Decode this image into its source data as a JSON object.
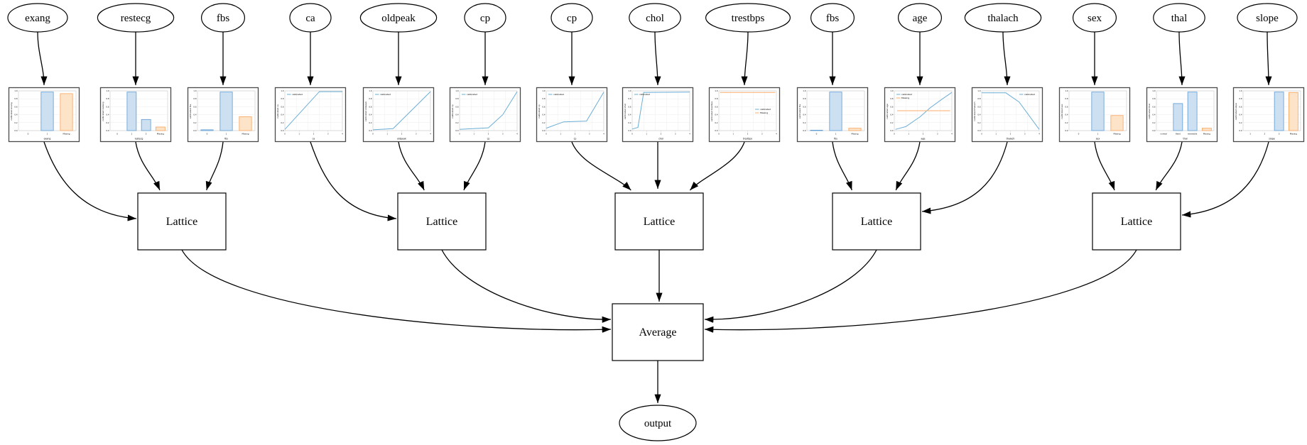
{
  "diagram": {
    "kind": "calibrated-lattice-ensemble-graph",
    "input_nodes": [
      "exang",
      "restecg",
      "fbs",
      "ca",
      "oldpeak",
      "cp",
      "cp",
      "chol",
      "trestbps",
      "fbs",
      "age",
      "thalach",
      "sex",
      "thal",
      "slope"
    ],
    "lattice_nodes": [
      "Lattice",
      "Lattice",
      "Lattice",
      "Lattice",
      "Lattice"
    ],
    "combiner_node": "Average",
    "output_node": "output"
  },
  "legend_labels": {
    "calibrated": "calibrated",
    "missing": "Missing"
  },
  "colors": {
    "background": "#ffffff",
    "node_stroke": "#000000",
    "edge": "#000000",
    "chart_frame": "#4a4a4a",
    "plot_spine": "#c8c8c8",
    "grid": "#ededed",
    "tick_text": "#666666",
    "label_text": "#444444",
    "blue_line": "#6baed6",
    "blue_fill": "#cde0f2",
    "blue_edge": "#5b9bd5",
    "orange_line": "#fdae6b",
    "orange_fill": "#fde3c8",
    "orange_edge": "#f9a45c"
  },
  "chart_data": [
    {
      "type": "bar",
      "feature": "exang",
      "xlabel": "exang",
      "ylabel": "calibrated exang",
      "categories": [
        "0",
        "1",
        "Missing"
      ],
      "values": [
        0,
        0.97,
        0.93
      ],
      "bar_colors": [
        "blue",
        "blue",
        "orange"
      ],
      "legend": []
    },
    {
      "type": "bar",
      "feature": "restecg",
      "xlabel": "restecg",
      "ylabel": "calibrated restecg",
      "categories": [
        "0",
        "1",
        "2",
        "Missing"
      ],
      "values": [
        0,
        0.97,
        0.28,
        0.09
      ],
      "bar_colors": [
        "blue",
        "blue",
        "blue",
        "orange"
      ],
      "legend": []
    },
    {
      "type": "bar",
      "feature": "fbs",
      "xlabel": "fbs",
      "ylabel": "calibrated fbs",
      "categories": [
        "0",
        "1",
        "Missing"
      ],
      "values": [
        0.02,
        0.97,
        0.35
      ],
      "bar_colors": [
        "blue",
        "blue",
        "orange"
      ],
      "legend": []
    },
    {
      "type": "line",
      "feature": "ca",
      "xlabel": "ca",
      "ylabel": "calibrated ca",
      "legend": [
        "calibrated"
      ],
      "legend_pos": "top-left",
      "series": [
        {
          "name": "calibrated",
          "color": "blue",
          "points": [
            [
              0,
              0.03
            ],
            [
              0.6,
              0.98
            ],
            [
              1,
              0.98
            ]
          ]
        }
      ]
    },
    {
      "type": "line",
      "feature": "oldpeak",
      "xlabel": "oldpeak",
      "ylabel": "calibrated oldpeak",
      "legend": [
        "calibrated"
      ],
      "legend_pos": "top-left",
      "series": [
        {
          "name": "calibrated",
          "color": "blue",
          "points": [
            [
              0,
              0.02
            ],
            [
              0.35,
              0.05
            ],
            [
              1,
              0.98
            ]
          ]
        }
      ]
    },
    {
      "type": "line",
      "feature": "cp",
      "xlabel": "cp",
      "ylabel": "calibrated cp",
      "legend": [
        "calibrated"
      ],
      "legend_pos": "top-left",
      "series": [
        {
          "name": "calibrated",
          "color": "blue",
          "points": [
            [
              0,
              0.03
            ],
            [
              0.5,
              0.07
            ],
            [
              0.75,
              0.4
            ],
            [
              1,
              0.98
            ]
          ]
        }
      ]
    },
    {
      "type": "line",
      "feature": "cp",
      "xlabel": "cp",
      "ylabel": "calibrated cp",
      "legend": [
        "calibrated"
      ],
      "legend_pos": "top-left",
      "series": [
        {
          "name": "calibrated",
          "color": "blue",
          "points": [
            [
              0,
              0.06
            ],
            [
              0.3,
              0.22
            ],
            [
              0.7,
              0.24
            ],
            [
              1,
              0.97
            ]
          ]
        }
      ]
    },
    {
      "type": "line",
      "feature": "chol",
      "xlabel": "chol",
      "ylabel": "calibrated chol",
      "legend": [
        "calibrated"
      ],
      "legend_pos": "top-left",
      "series": [
        {
          "name": "calibrated",
          "color": "blue",
          "points": [
            [
              0,
              0.04
            ],
            [
              0.1,
              0.08
            ],
            [
              0.2,
              0.96
            ],
            [
              1,
              0.97
            ]
          ]
        }
      ]
    },
    {
      "type": "line",
      "feature": "trestbps",
      "xlabel": "trestbps",
      "ylabel": "calibrated trestbps",
      "legend": [
        "calibrated",
        "Missing"
      ],
      "legend_pos": "mid-right",
      "series": [
        {
          "name": "Missing",
          "color": "orange",
          "points": [
            [
              0.02,
              0.96
            ],
            [
              0.98,
              0.96
            ]
          ]
        }
      ]
    },
    {
      "type": "bar",
      "feature": "fbs",
      "xlabel": "fbs",
      "ylabel": "calibrated fbs",
      "categories": [
        "0",
        "1",
        "Missing"
      ],
      "values": [
        0.01,
        0.97,
        0.06
      ],
      "bar_colors": [
        "blue",
        "blue",
        "orange"
      ],
      "legend": []
    },
    {
      "type": "line",
      "feature": "age",
      "xlabel": "age",
      "ylabel": "calibrated age",
      "legend": [
        "calibrated",
        "Missing"
      ],
      "legend_pos": "top-left",
      "series": [
        {
          "name": "calibrated",
          "color": "blue",
          "points": [
            [
              0.02,
              0.03
            ],
            [
              0.2,
              0.1
            ],
            [
              0.45,
              0.35
            ],
            [
              0.62,
              0.57
            ],
            [
              0.82,
              0.78
            ],
            [
              1,
              0.96
            ]
          ]
        },
        {
          "name": "Missing",
          "color": "orange",
          "points": [
            [
              0.05,
              0.5
            ],
            [
              0.97,
              0.5
            ]
          ]
        }
      ]
    },
    {
      "type": "line",
      "feature": "thalach",
      "xlabel": "thalach",
      "ylabel": "calibrated thalach",
      "legend": [
        "calibrated"
      ],
      "legend_pos": "top-right",
      "series": [
        {
          "name": "calibrated",
          "color": "blue",
          "points": [
            [
              0,
              0.95
            ],
            [
              0.42,
              0.95
            ],
            [
              0.65,
              0.72
            ],
            [
              1,
              0.03
            ]
          ]
        }
      ]
    },
    {
      "type": "bar",
      "feature": "sex",
      "xlabel": "sex",
      "ylabel": "calibrated sex",
      "categories": [
        "0",
        "1",
        "Missing"
      ],
      "values": [
        0,
        0.97,
        0.38
      ],
      "bar_colors": [
        "blue",
        "blue",
        "orange"
      ],
      "legend": []
    },
    {
      "type": "bar",
      "feature": "thal",
      "xlabel": "thal",
      "ylabel": "calibrated thal",
      "categories": [
        "normal",
        "fixed",
        "reversible",
        "Missing"
      ],
      "values": [
        0,
        0.68,
        0.97,
        0.06
      ],
      "bar_colors": [
        "blue",
        "blue",
        "blue",
        "orange"
      ],
      "legend": []
    },
    {
      "type": "bar",
      "feature": "slope",
      "xlabel": "slope",
      "ylabel": "calibrated slope",
      "categories": [
        "1",
        "2",
        "3",
        "Missing"
      ],
      "values": [
        0,
        0,
        0.97,
        0.96
      ],
      "bar_colors": [
        "blue",
        "blue",
        "blue",
        "orange"
      ],
      "legend": []
    }
  ]
}
